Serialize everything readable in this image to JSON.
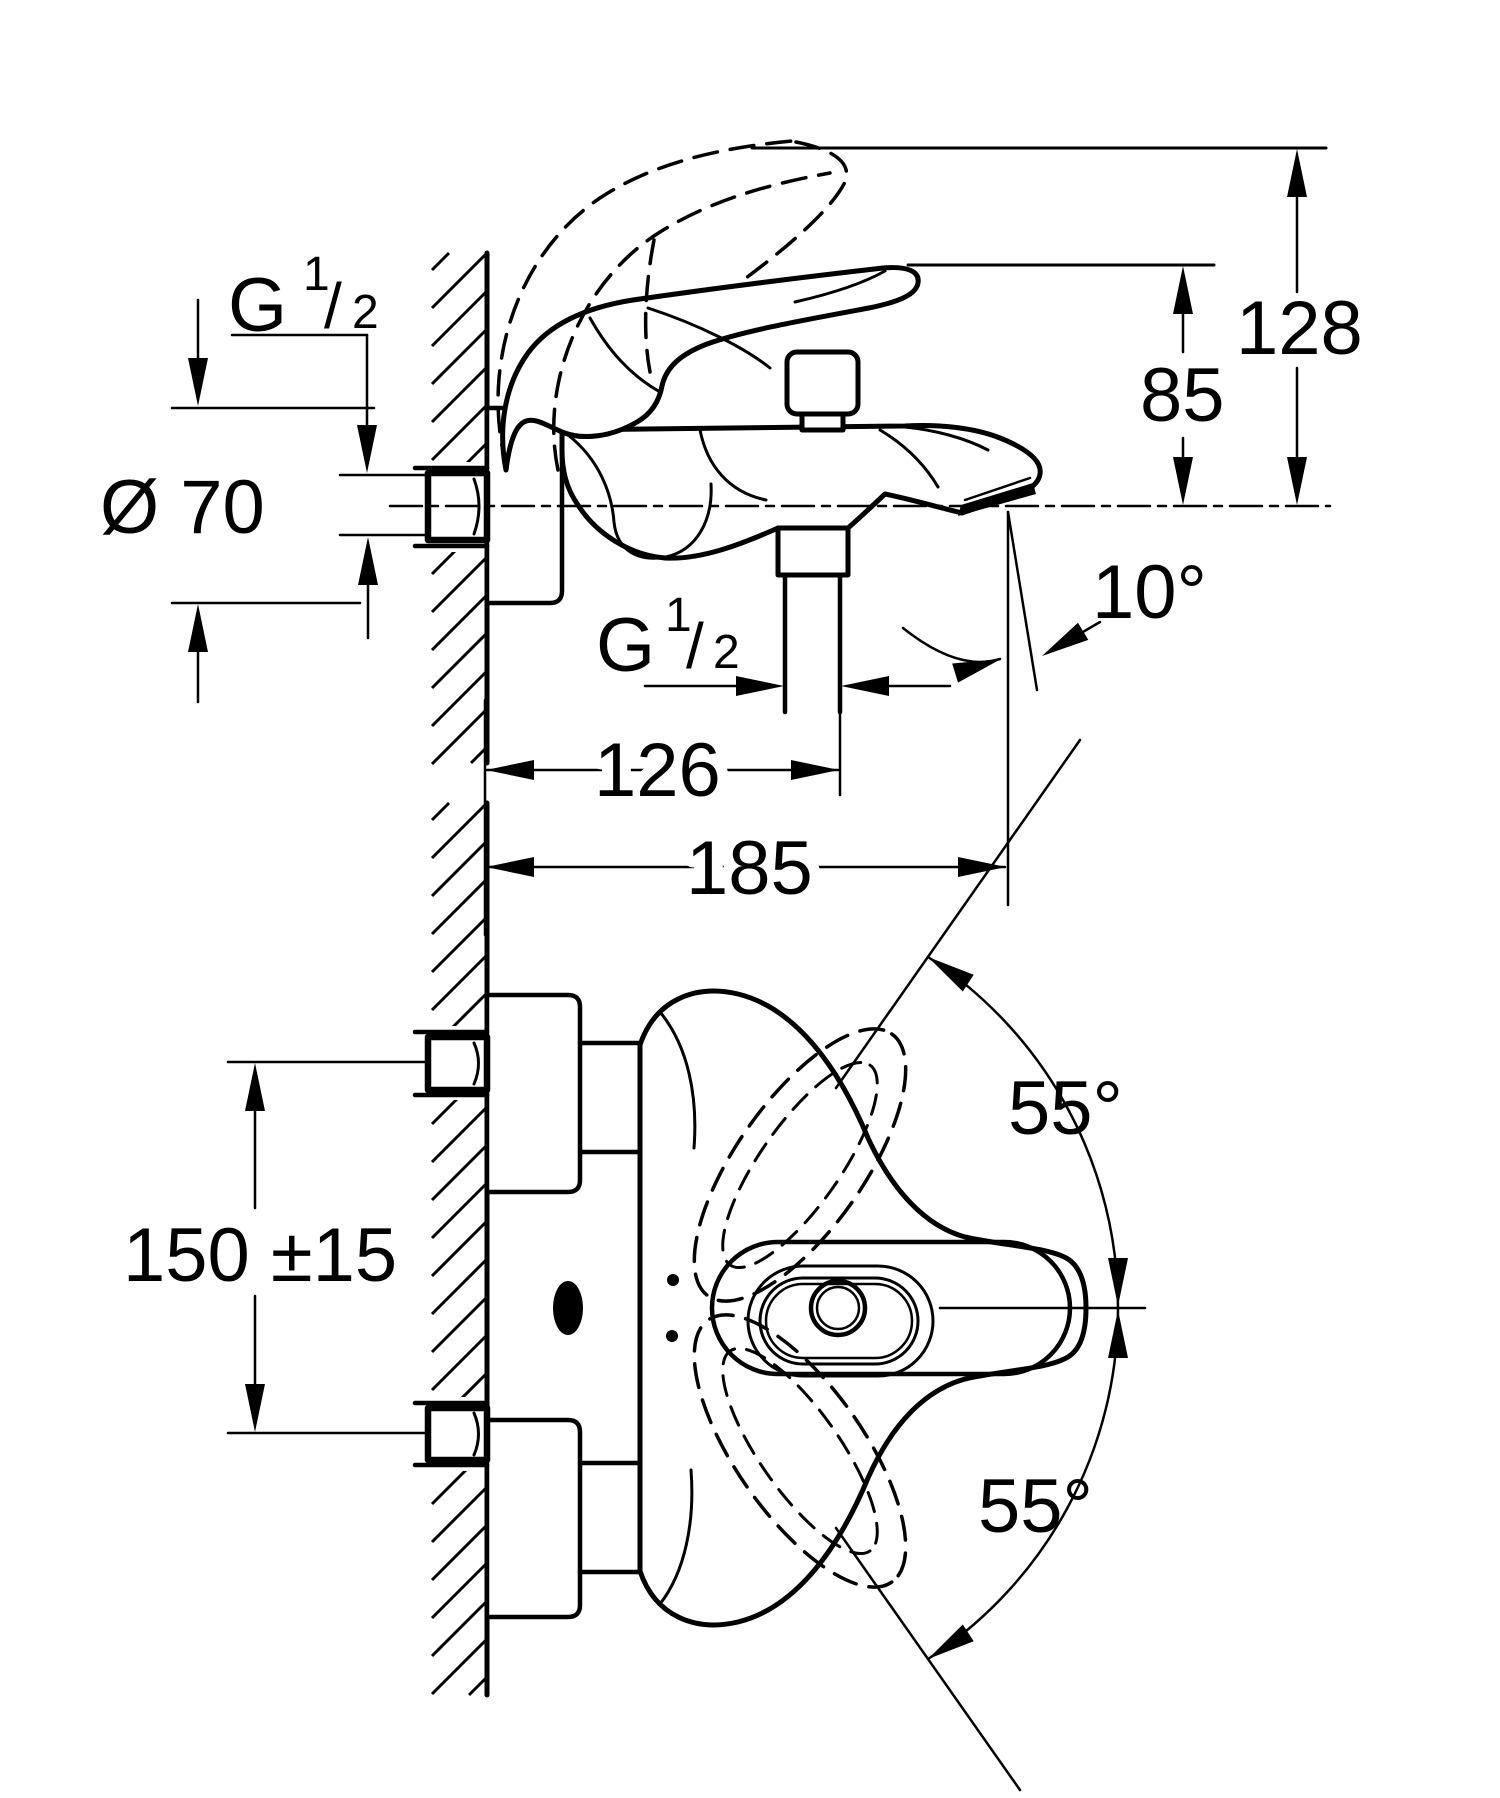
{
  "drawing": {
    "ink_color": "#000000",
    "paper_color": "#ffffff",
    "views": {
      "side_view": {
        "thread_label_wall": {
          "prefix": "G",
          "numerator": "1",
          "slash": "/",
          "denominator": "2"
        },
        "flange_diameter": "Ø 70",
        "spout_height": "85",
        "handle_height": "128",
        "spout_angle": "10°",
        "thread_label_shower": {
          "prefix": "G",
          "numerator": "1",
          "slash": "/",
          "denominator": "2"
        },
        "spout_reach": "126",
        "total_reach": "185"
      },
      "front_view": {
        "connection_spacing": "150 ±15",
        "handle_swing_up": "55°",
        "handle_swing_down": "55°"
      }
    }
  }
}
